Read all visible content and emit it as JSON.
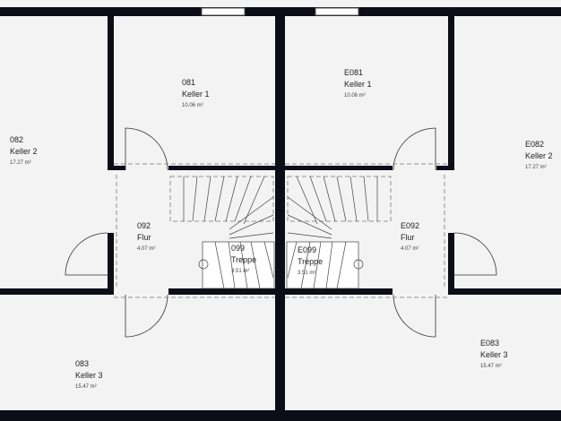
{
  "rooms": [
    {
      "id": "082",
      "name": "Keller 2",
      "area": "17.27 m²"
    },
    {
      "id": "081",
      "name": "Keller 1",
      "area": "10.06 m²"
    },
    {
      "id": "E081",
      "name": "Keller 1",
      "area": "10.06 m²"
    },
    {
      "id": "E082",
      "name": "Keller 2",
      "area": "17.27 m²"
    },
    {
      "id": "092",
      "name": "Flur",
      "area": "4.07 m²"
    },
    {
      "id": "099",
      "name": "Treppe",
      "area": "3.51 m²"
    },
    {
      "id": "E099",
      "name": "Treppe",
      "area": "3.51 m²"
    },
    {
      "id": "E092",
      "name": "Flur",
      "area": "4.07 m²"
    },
    {
      "id": "083",
      "name": "Keller 3",
      "area": "15.47 m²"
    },
    {
      "id": "E083",
      "name": "Keller 3",
      "area": "15.47 m²"
    }
  ],
  "colors": {
    "wall": "#0d0d18",
    "floor": "#f3f3f3"
  }
}
